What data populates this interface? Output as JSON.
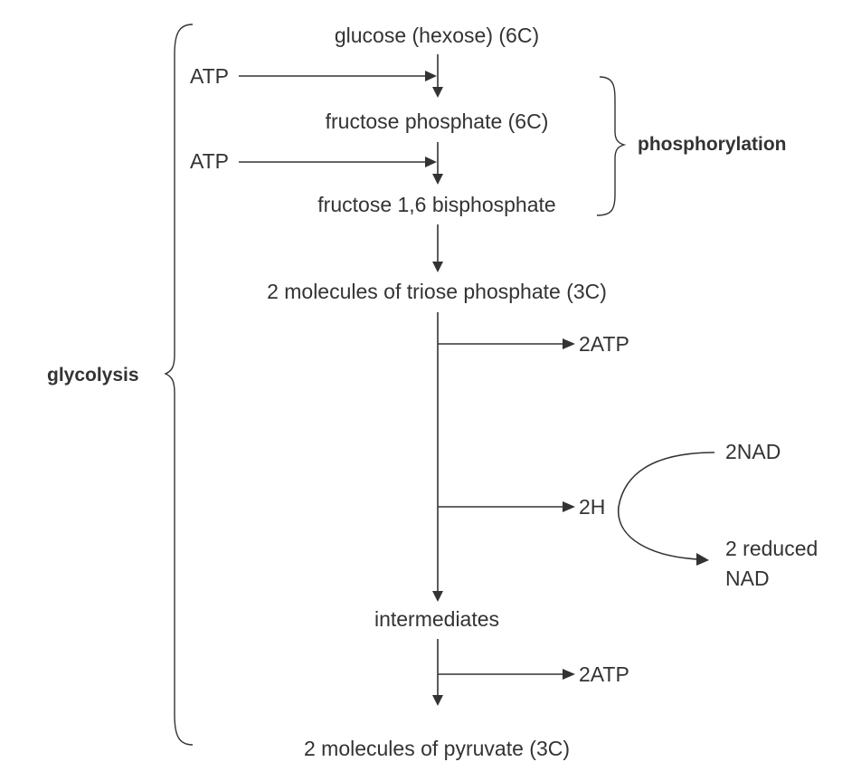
{
  "nodes": {
    "glucose": "glucose (hexose) (6C)",
    "fructose_phosphate": "fructose phosphate (6C)",
    "fructose_bisphosphate": "fructose  1,6 bisphosphate",
    "triose_phosphate": "2 molecules of triose phosphate (3C)",
    "intermediates": "intermediates",
    "pyruvate": "2 molecules of pyruvate (3C)"
  },
  "inputs": {
    "atp_1": "ATP",
    "atp_2": "ATP"
  },
  "outputs": {
    "atp_out_1": "2ATP",
    "hydrogen": "2H",
    "atp_out_2": "2ATP"
  },
  "nad_cycle": {
    "nad": "2NAD",
    "reduced_line1": "2 reduced",
    "reduced_line2": "NAD"
  },
  "labels": {
    "phosphorylation": "phosphorylation",
    "glycolysis": "glycolysis"
  },
  "colors": {
    "ink": "#333333",
    "background": "#ffffff"
  }
}
